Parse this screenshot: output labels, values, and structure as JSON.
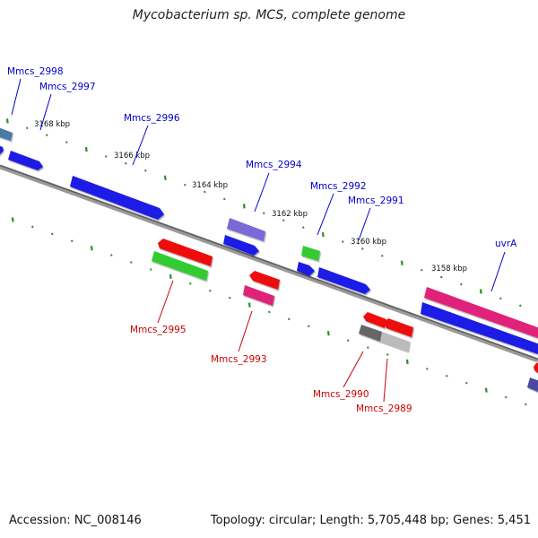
{
  "title": "Mycobacterium sp. MCS, complete genome",
  "footer": {
    "accession": "Accession: NC_008146",
    "stats": "Topology: circular; Length: 5,705,448 bp; Genes: 5,451"
  },
  "colors": {
    "backbone": "#777777",
    "tick": "#2e8b2e",
    "label_forward": "#0000cc",
    "label_reverse": "#cc0000"
  },
  "scale_labels": [
    "3168 kbp",
    "3166 kbp",
    "3164 kbp",
    "3162 kbp",
    "3160 kbp",
    "3158 kbp"
  ],
  "genes_forward": [
    {
      "label": "",
      "color": "#4a7aa8"
    },
    {
      "label": "",
      "color": "#1a1ae6"
    },
    {
      "label": "Mmcs_2998",
      "color": "#1a1ae6"
    },
    {
      "label": "Mmcs_2997",
      "color": "#1a1ae6"
    },
    {
      "label": "Mmcs_2996",
      "color": "#1a1ae6"
    },
    {
      "label": "Mmcs_2994",
      "color": "#7a6ad8"
    },
    {
      "label": "",
      "color": "#1a1ae6"
    },
    {
      "label": "Mmcs_2992",
      "color": "#33cc33"
    },
    {
      "label": "",
      "color": "#1a1ae6"
    },
    {
      "label": "Mmcs_2991",
      "color": "#1a1ae6"
    },
    {
      "label": "uvrA",
      "color": "#e0207a"
    },
    {
      "label": "",
      "color": "#1a1ae6"
    }
  ],
  "genes_reverse": [
    {
      "label": "",
      "color": "#ee1111"
    },
    {
      "label": "Mmcs_2995",
      "color": "#33cc33"
    },
    {
      "label": "",
      "color": "#ee1111"
    },
    {
      "label": "Mmcs_2993",
      "color": "#e0207a"
    },
    {
      "label": "",
      "color": "#ee1111"
    },
    {
      "label": "",
      "color": "#ee1111"
    },
    {
      "label": "Mmcs_2990",
      "color": "#666666"
    },
    {
      "label": "Mmcs_2989",
      "color": "#bbbbbb"
    },
    {
      "label": "",
      "color": "#ee1111"
    },
    {
      "label": "",
      "color": "#4a4aa0"
    }
  ]
}
